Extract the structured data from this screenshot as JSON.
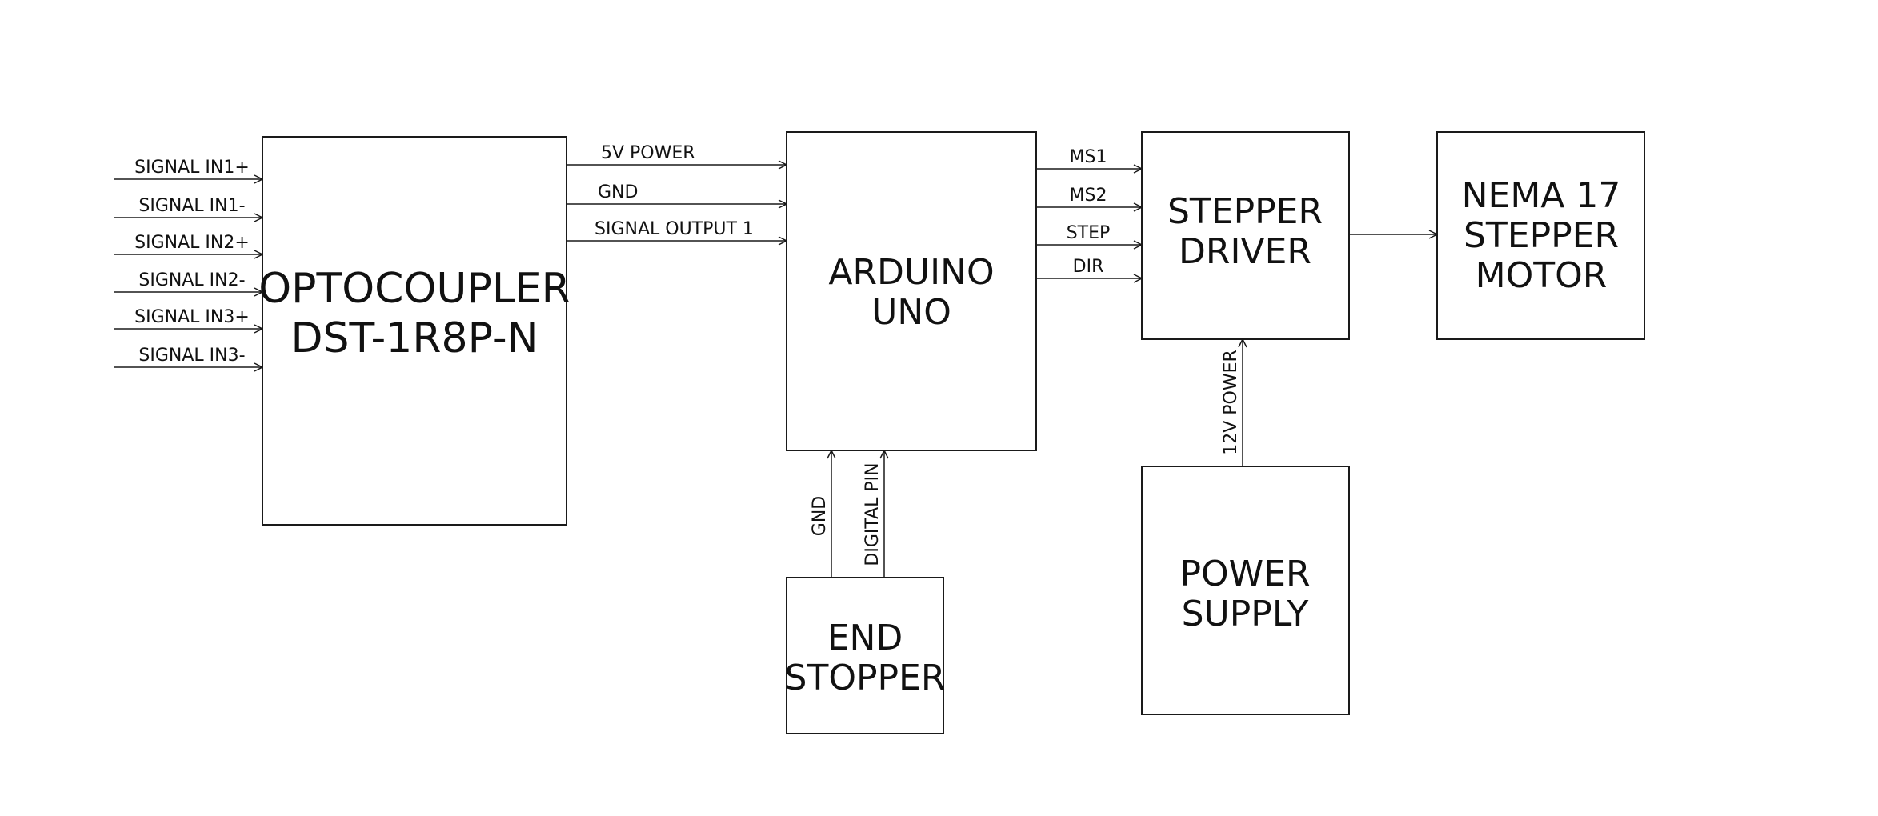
{
  "blocks": {
    "optocoupler": {
      "lines": [
        "OPTOCOUPLER",
        "DST-1R8P-N"
      ]
    },
    "arduino": {
      "lines": [
        "ARDUINO",
        "UNO"
      ]
    },
    "stepper_driver": {
      "lines": [
        "STEPPER",
        "DRIVER"
      ]
    },
    "nema17": {
      "lines": [
        "NEMA 17",
        "STEPPER",
        "MOTOR"
      ]
    },
    "end_stopper": {
      "lines": [
        "END",
        "STOPPER"
      ]
    },
    "power_supply": {
      "lines": [
        "POWER",
        "SUPPLY"
      ]
    }
  },
  "signal_inputs": [
    "SIGNAL IN1+",
    "SIGNAL IN1-",
    "SIGNAL IN2+",
    "SIGNAL IN2-",
    "SIGNAL IN3+",
    "SIGNAL IN3-"
  ],
  "opto_to_arduino": [
    "5V POWER",
    "GND",
    "SIGNAL OUTPUT 1"
  ],
  "arduino_to_driver": [
    "MS1",
    "MS2",
    "STEP",
    "DIR"
  ],
  "endstop_to_arduino": [
    "GND",
    "DIGITAL PIN"
  ],
  "psu_to_driver": "12V POWER"
}
